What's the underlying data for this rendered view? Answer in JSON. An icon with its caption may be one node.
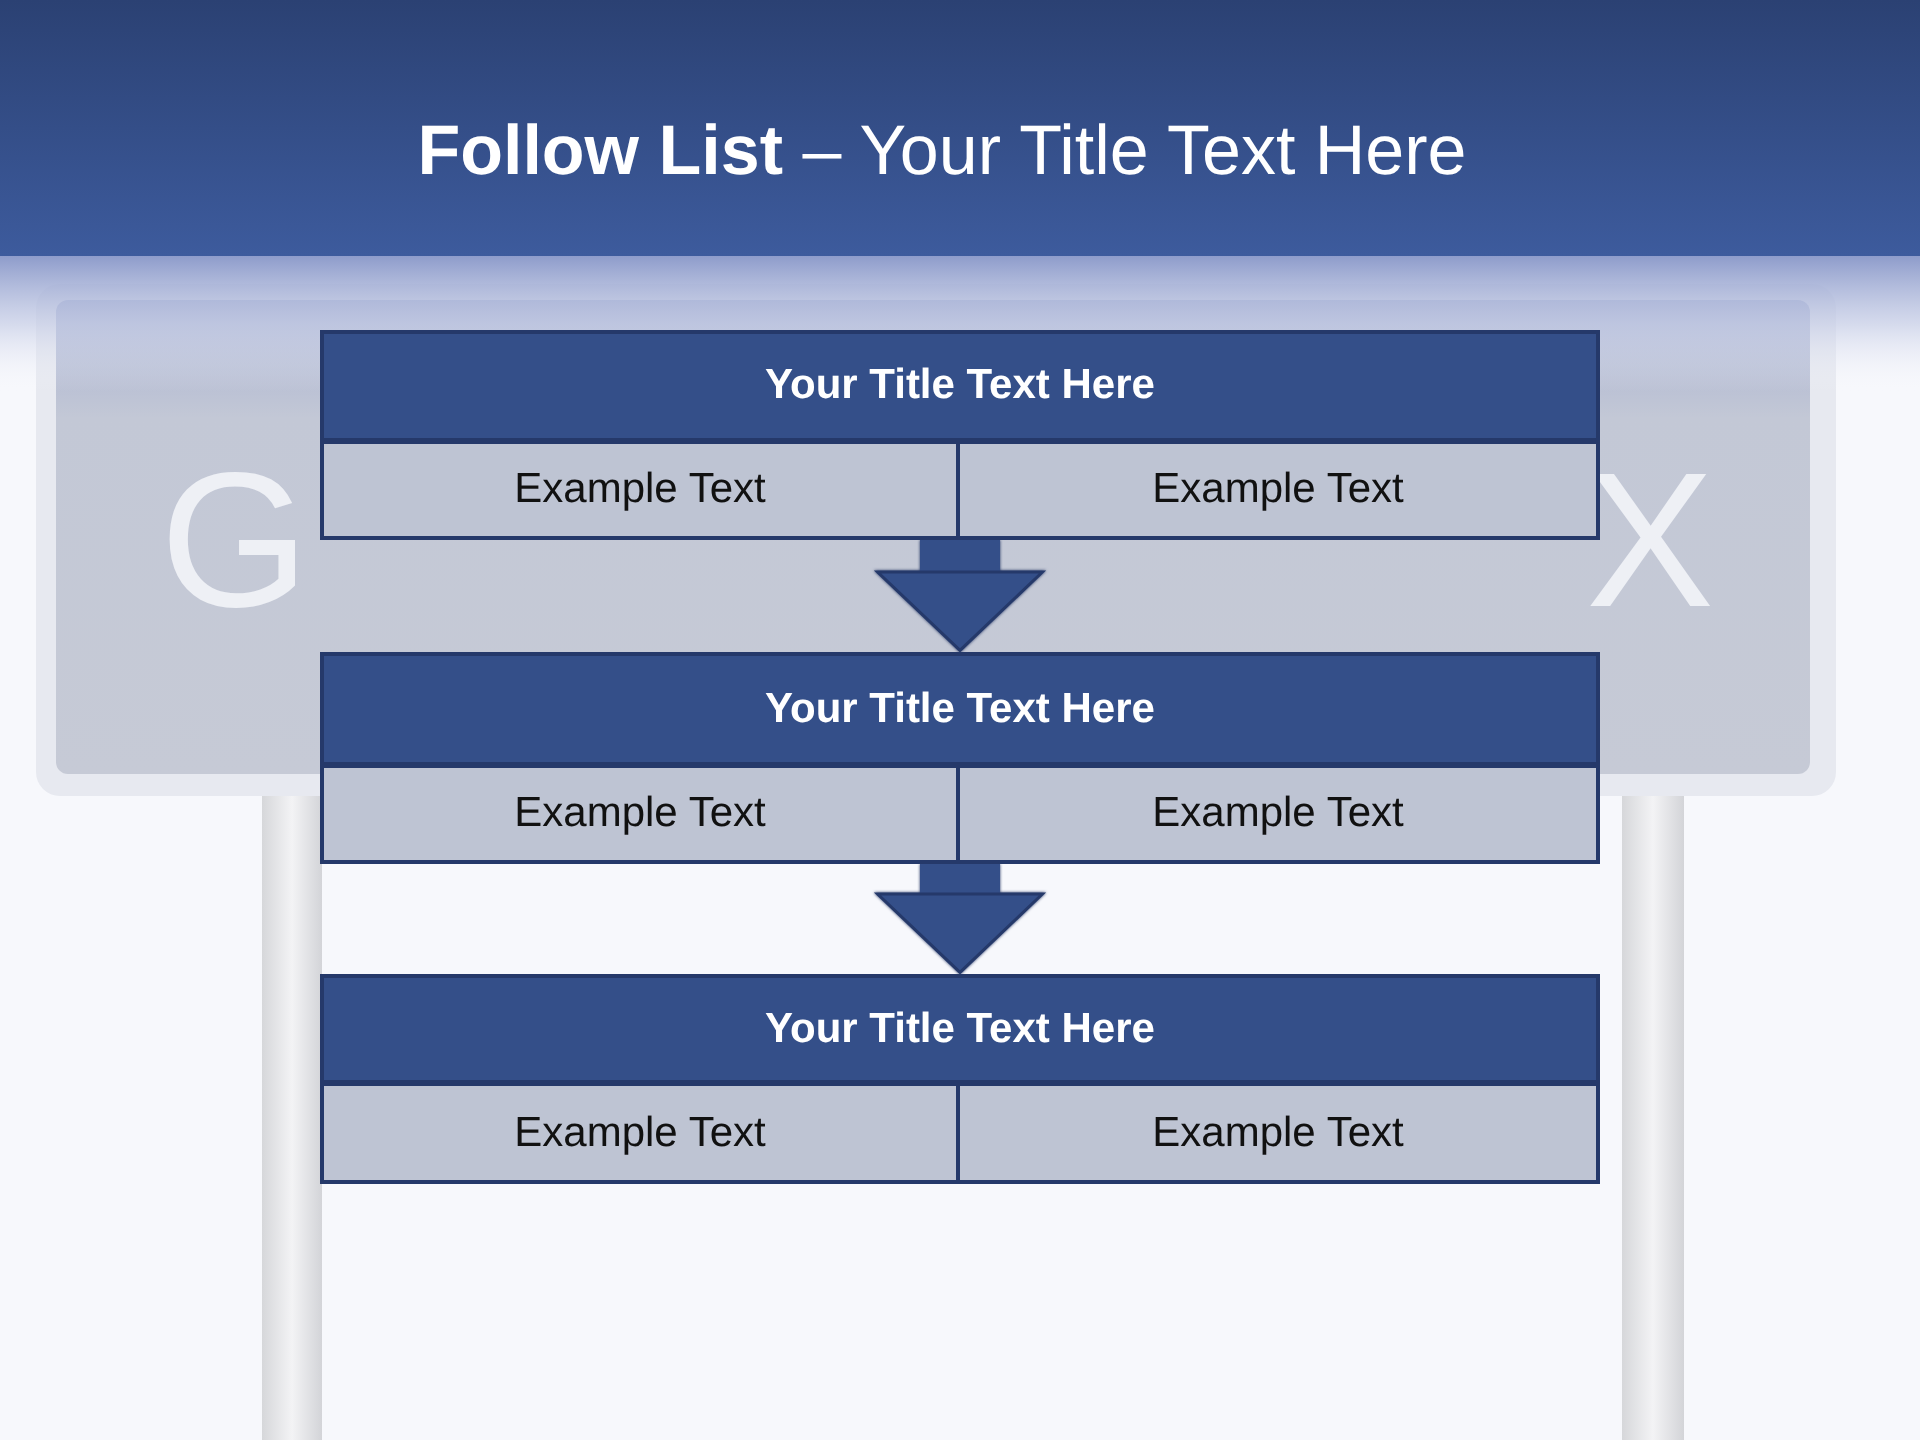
{
  "diagram": {
    "title": "**Follow List** – Your Title Text Here",
    "nodes": [
      {
        "text": [
          "Your Title Text Here"
        ]
      },
      {
        "text": [
          "Example Text"
        ],
        "in": 0
      },
      {
        "text": [
          "Example Text"
        ],
        "in": 0
      },
      {
        "text": [
          "Your Title Text Here"
        ]
      },
      {
        "text": [
          "Example Text"
        ],
        "in": 3
      },
      {
        "text": [
          "Example Text"
        ],
        "in": 3
      },
      {
        "text": [
          "Your Title Text Here"
        ]
      },
      {
        "text": [
          "Example Text"
        ],
        "in": 6
      },
      {
        "text": [
          "Example Text"
        ],
        "in": 6
      }
    ],
    "edges": [
      {
        "from": 0,
        "to": 3,
        "arrow": "to"
      },
      {
        "from": 3,
        "to": 6,
        "arrow": "to"
      }
    ],
    "labels": [
      "G",
      "X"
    ]
  }
}
